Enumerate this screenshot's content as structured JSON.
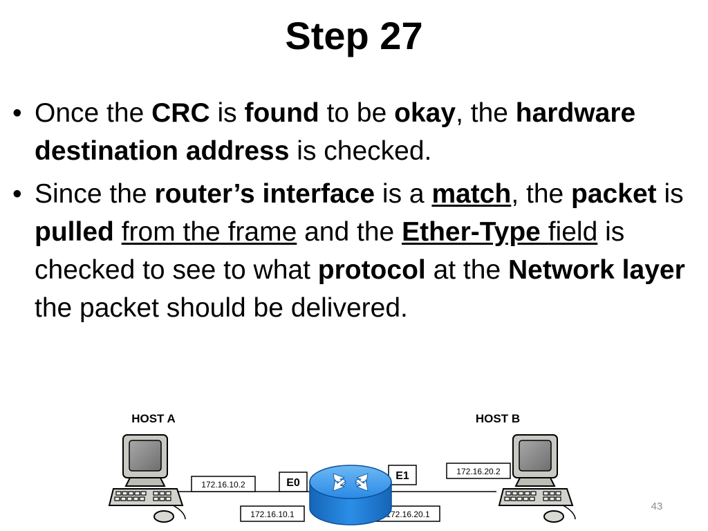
{
  "slide": {
    "title": "Step 27",
    "page_number": "43"
  },
  "bullets": [
    {
      "marker": "•",
      "parts": {
        "p1": "Once the ",
        "p2": "CRC",
        "p3": " is ",
        "p4": "found",
        "p5": " to be ",
        "p6": "okay",
        "p7": ", the ",
        "p8": "hardware destination address",
        "p9": " is checked."
      }
    },
    {
      "marker": "•",
      "parts": {
        "p1": "Since the ",
        "p2": "router’s interface",
        "p3": " is a ",
        "p4": "match",
        "p5": ", the ",
        "p6": "packet",
        "p7": " is ",
        "p8": "pulled",
        "p9": " ",
        "p10": "from the frame",
        "p11": " and the ",
        "p12": "Ether-Type ",
        "p13": "field",
        "p14": " is checked to see to what ",
        "p15": "protocol",
        "p16": " at the ",
        "p17": "Network layer",
        "p18": " the packet should be delivered."
      }
    }
  ],
  "diagram": {
    "host_a_label": "HOST A",
    "host_b_label": "HOST B",
    "host_a_ip": "172.16.10.2",
    "host_b_ip": "172.16.20.2",
    "router_e0_label": "E0",
    "router_e1_label": "E1",
    "router_e0_ip": "172.16.10.1",
    "router_e1_ip": "172.16.20.1",
    "colors": {
      "router_body": "#1f7fd8",
      "router_top": "#4aa3ef",
      "router_arrows": "#ffffff",
      "computer_shell": "#c9c9c3",
      "computer_screen": "#8a8a8a",
      "outline": "#000000"
    }
  }
}
